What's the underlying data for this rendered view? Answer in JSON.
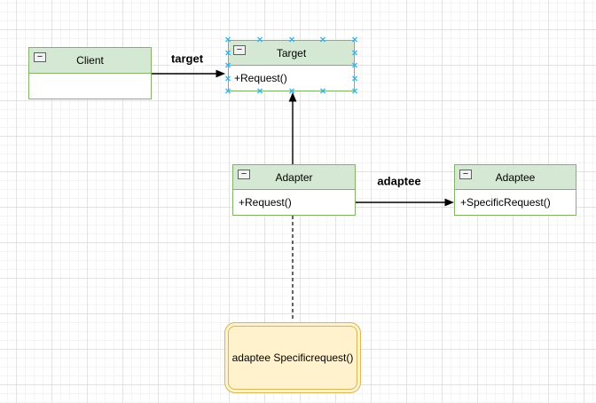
{
  "icons": {
    "collapse_glyph": "−",
    "connection_point_glyph": "×"
  },
  "colors": {
    "class_fill": "#d5e8d4",
    "class_border": "#82b366",
    "note_fill": "#fff2cc",
    "note_border": "#d6b656",
    "connection_point": "#29b6f2",
    "edge": "#000000"
  },
  "nodes": {
    "client": {
      "name": "Client"
    },
    "target": {
      "name": "Target",
      "method": "+Request()"
    },
    "adapter": {
      "name": "Adapter",
      "method": "+Request()"
    },
    "adaptee": {
      "name": "Adaptee",
      "method": "+SpecificRequest()"
    },
    "note": {
      "text": "adaptee Specificrequest()"
    }
  },
  "edges": {
    "client_target": {
      "label": "target"
    },
    "adapter_adaptee": {
      "label": "adaptee"
    }
  }
}
